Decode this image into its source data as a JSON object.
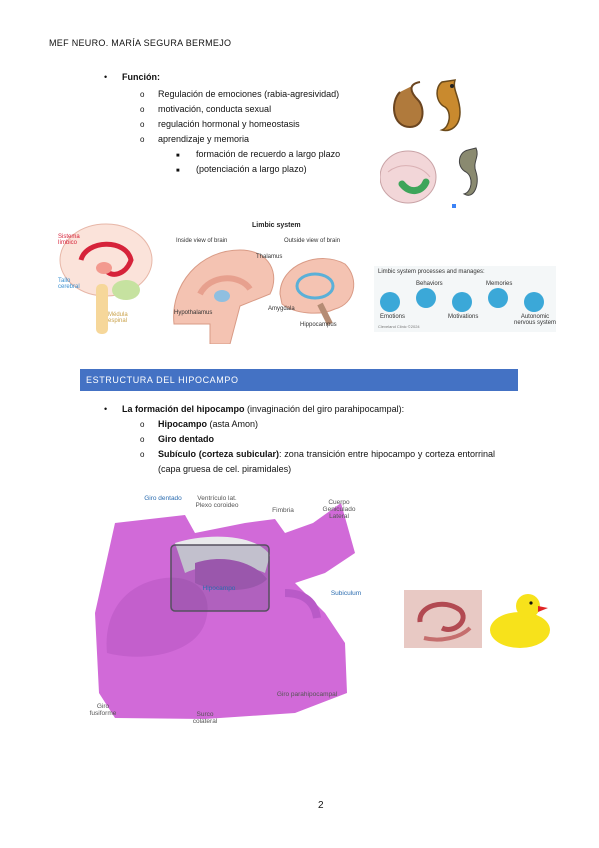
{
  "header": "MEF NEURO. MARÍA SEGURA BERMEJO",
  "funcion": {
    "label": "Función:",
    "items": [
      "Regulación de emociones (rabia-agresividad)",
      "motivación, conducta sexual",
      "regulación hormonal y homeostasis",
      "aprendizaje y memoria"
    ],
    "subitems": [
      "formación de recuerdo a largo plazo",
      "(potenciación a largo plazo)"
    ]
  },
  "limbic": {
    "left_labels": [
      "Sistema límbico",
      "Tallo cerebral",
      "Médula espinal"
    ],
    "title": "Limbic system",
    "inside": "Inside view of brain",
    "outside": "Outside view of brain",
    "thalamus": "Thalamus",
    "hypothalamus": "Hypothalamus",
    "amygdala": "Amygdala",
    "hippocampus": "Hippocampus",
    "processes_title": "Limbic system processes and manages:",
    "processes": [
      "Emotions",
      "Behaviors",
      "Motivations",
      "Memories",
      "Autonomic nervous system"
    ],
    "credit": "Cleveland Clinic ©2024"
  },
  "section": {
    "title": "ESTRUCTURA DEL HIPOCAMPO"
  },
  "formacion": {
    "bold": "La formación del hipocampo",
    "rest": " (invaginación del giro parahipocampal):",
    "items": [
      {
        "bold": "Hipocampo",
        "rest": " (asta Amon)"
      },
      {
        "bold": "Giro dentado",
        "rest": ""
      },
      {
        "bold": "Subículo (corteza subicular)",
        "rest": ": zona transición entre hipocampo y corteza entorrinal (capa gruesa de cel. piramidales)"
      }
    ]
  },
  "histology": {
    "giro_dentado": "Giro dentado",
    "ventriculo": "Ventrículo lat. Plexo coroideo",
    "fimbria": "Fimbria",
    "cuerpo": "Cuerpo Geniculado Lateral",
    "hipocampo": "Hipocampo",
    "subiculum": "Subiculum",
    "giro_fusiforme": "Giro fusiforme",
    "surco": "Surco colateral",
    "parahipo": "Giro parahipocampal"
  },
  "page_number": "2"
}
